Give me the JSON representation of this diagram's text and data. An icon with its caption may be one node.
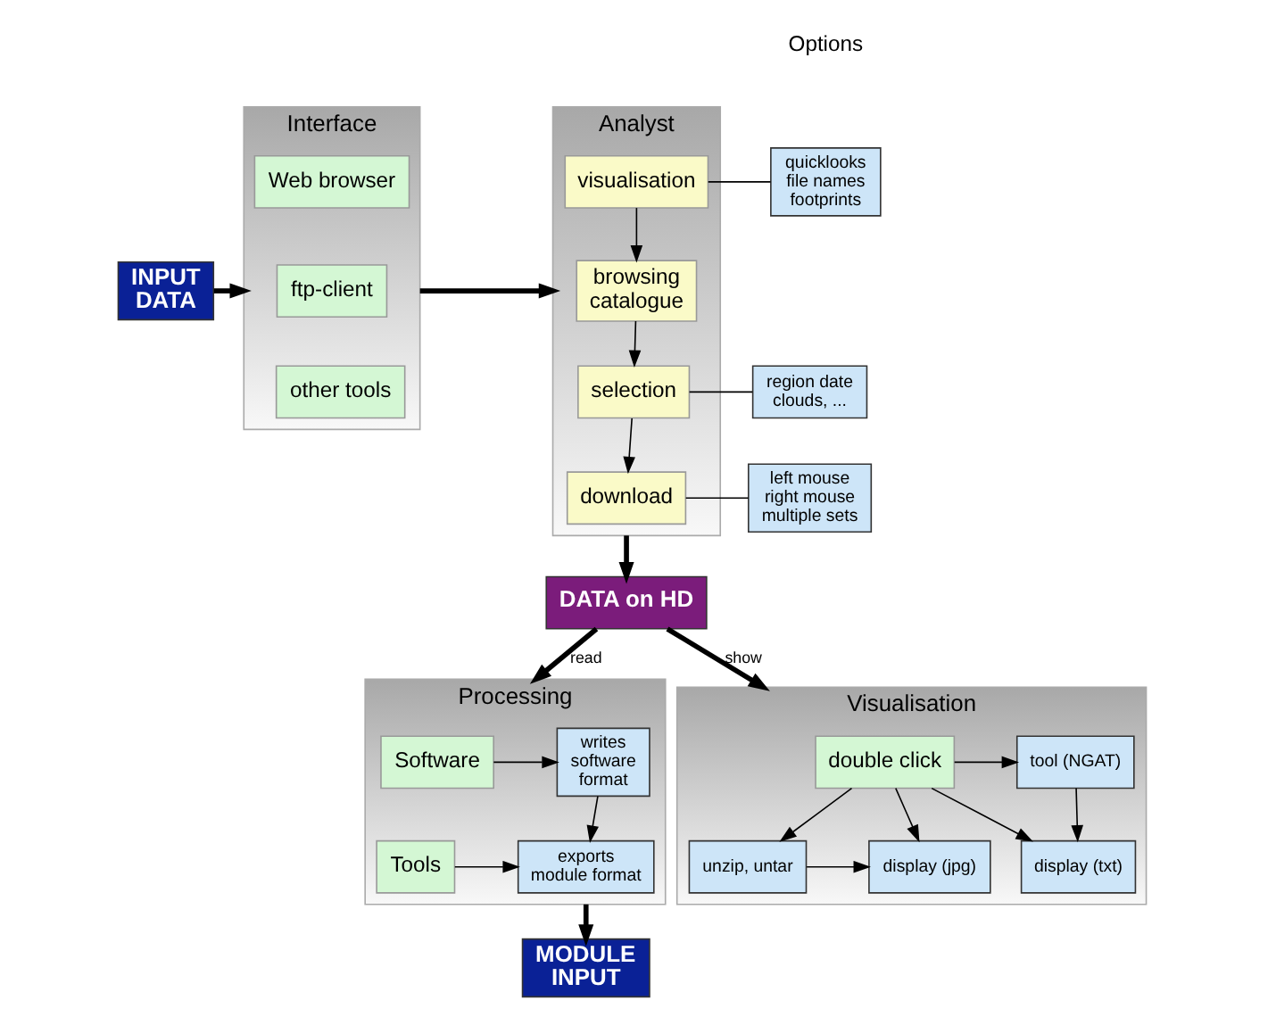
{
  "diagram": {
    "nodes": [
      {
        "text": [
          "INPUT DATA"
        ]
      },
      {
        "text": [
          "Interface"
        ]
      },
      {
        "text": [
          "Web browser"
        ],
        "in": 1
      },
      {
        "text": [
          "ftp-client"
        ],
        "in": 1
      },
      {
        "text": [
          "other tools"
        ],
        "in": 1
      },
      {
        "text": [
          "Analyst"
        ]
      },
      {
        "text": [
          "visualisation"
        ],
        "in": 5
      },
      {
        "text": [
          "browsing catalogue"
        ],
        "in": 5
      },
      {
        "text": [
          "selection"
        ],
        "in": 5
      },
      {
        "text": [
          "download"
        ],
        "in": 5
      },
      {
        "text": [
          "quicklooks file names footprints"
        ]
      },
      {
        "text": [
          "region date clouds, ..."
        ]
      },
      {
        "text": [
          "left mouse right mouse multiple sets"
        ]
      },
      {
        "text": [
          "DATA on HD"
        ]
      },
      {
        "text": [
          "Processing"
        ]
      },
      {
        "text": [
          "Software"
        ],
        "in": 14
      },
      {
        "text": [
          "writes software format"
        ],
        "in": 14
      },
      {
        "text": [
          "Tools"
        ],
        "in": 14
      },
      {
        "text": [
          "exports module format"
        ],
        "in": 14
      },
      {
        "text": [
          "MODULE INPUT"
        ]
      },
      {
        "text": [
          "Visualisation"
        ]
      },
      {
        "text": [
          "double click"
        ],
        "in": 20
      },
      {
        "text": [
          "tool (NGAT)"
        ],
        "in": 20
      },
      {
        "text": [
          "display (jpg)"
        ],
        "in": 20
      },
      {
        "text": [
          "unzip, untar"
        ],
        "in": 20
      },
      {
        "text": [
          "display (txt)"
        ],
        "in": 20
      }
    ],
    "edges": [
      {
        "from": 0,
        "to": 1,
        "arrow": "to",
        "style": "thick"
      },
      {
        "from": 1,
        "to": 5,
        "arrow": "to",
        "style": "thick"
      },
      {
        "from": 6,
        "to": 7,
        "arrow": "to"
      },
      {
        "from": 7,
        "to": 8,
        "arrow": "to"
      },
      {
        "from": 8,
        "to": 9,
        "arrow": "to"
      },
      {
        "from": 6,
        "to": 10,
        "arrow": "none"
      },
      {
        "from": 8,
        "to": 11,
        "arrow": "none"
      },
      {
        "from": 9,
        "to": 12,
        "arrow": "none"
      },
      {
        "from": 5,
        "to": 13,
        "arrow": "to",
        "style": "thick"
      },
      {
        "from": 13,
        "to": 14,
        "label": "read",
        "arrow": "to",
        "style": "thick"
      },
      {
        "from": 13,
        "to": 20,
        "label": "show",
        "arrow": "to",
        "style": "thick"
      },
      {
        "from": 15,
        "to": 16,
        "arrow": "to"
      },
      {
        "from": 16,
        "to": 18,
        "arrow": "to"
      },
      {
        "from": 17,
        "to": 18,
        "arrow": "to"
      },
      {
        "from": 14,
        "to": 19,
        "arrow": "to",
        "style": "thick"
      },
      {
        "from": 21,
        "to": 22,
        "arrow": "to"
      },
      {
        "from": 21,
        "to": 23,
        "arrow": "to"
      },
      {
        "from": 21,
        "to": 24,
        "arrow": "to"
      },
      {
        "from": 21,
        "to": 25,
        "arrow": "to"
      },
      {
        "from": 22,
        "to": 25,
        "arrow": "to"
      },
      {
        "from": 24,
        "to": 23,
        "arrow": "to"
      }
    ],
    "labels": [
      "Options"
    ]
  }
}
